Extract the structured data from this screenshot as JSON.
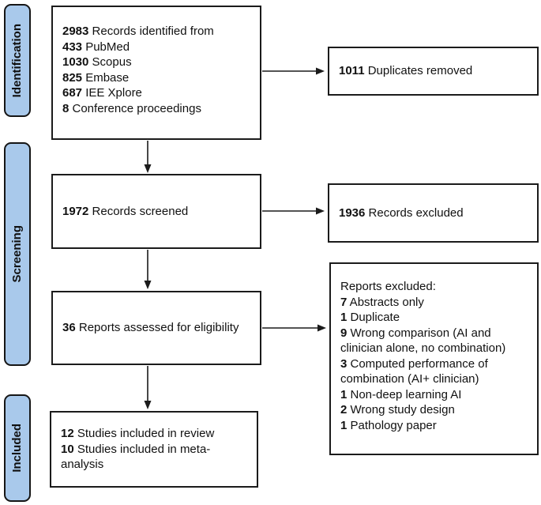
{
  "diagram": {
    "type": "prisma-flow",
    "colors": {
      "stage_tab_fill": "#a9c9eb",
      "box_border": "#1b1b1b",
      "background": "#ffffff",
      "text": "#111111"
    }
  },
  "sidebar": {
    "stages": [
      {
        "label": "Identification"
      },
      {
        "label": "Screening"
      },
      {
        "label": "Included"
      }
    ]
  },
  "boxes": {
    "identified": {
      "lines": [
        {
          "num": "2983",
          "text": " Records identified from"
        },
        {
          "num": "433",
          "text": " PubMed"
        },
        {
          "num": "1030",
          "text": " Scopus"
        },
        {
          "num": "825",
          "text": " Embase"
        },
        {
          "num": "687",
          "text": " IEE Xplore"
        },
        {
          "num": "8",
          "text": " Conference proceedings"
        }
      ]
    },
    "duplicates": {
      "num": "1011",
      "text": " Duplicates removed"
    },
    "screened": {
      "num": "1972",
      "text": " Records screened"
    },
    "records_excluded": {
      "num": "1936",
      "text": " Records excluded"
    },
    "assessed": {
      "num": "36",
      "text": " Reports assessed for eligibility"
    },
    "reports_excluded": {
      "title": "Reports excluded:",
      "lines": [
        {
          "num": "7",
          "text": " Abstracts only"
        },
        {
          "num": "1",
          "text": " Duplicate"
        },
        {
          "num": "9",
          "text": " Wrong comparison (AI and clinician alone, no combination)"
        },
        {
          "num": "3",
          "text": " Computed performance of combination (AI+ clinician)"
        },
        {
          "num": "1",
          "text": " Non-deep learning AI"
        },
        {
          "num": "2",
          "text": " Wrong study design"
        },
        {
          "num": "1",
          "text": " Pathology paper"
        }
      ]
    },
    "included": {
      "lines": [
        {
          "num": "12",
          "text": " Studies included in review"
        },
        {
          "num": "10",
          "text": " Studies included in meta-analysis"
        }
      ]
    }
  }
}
